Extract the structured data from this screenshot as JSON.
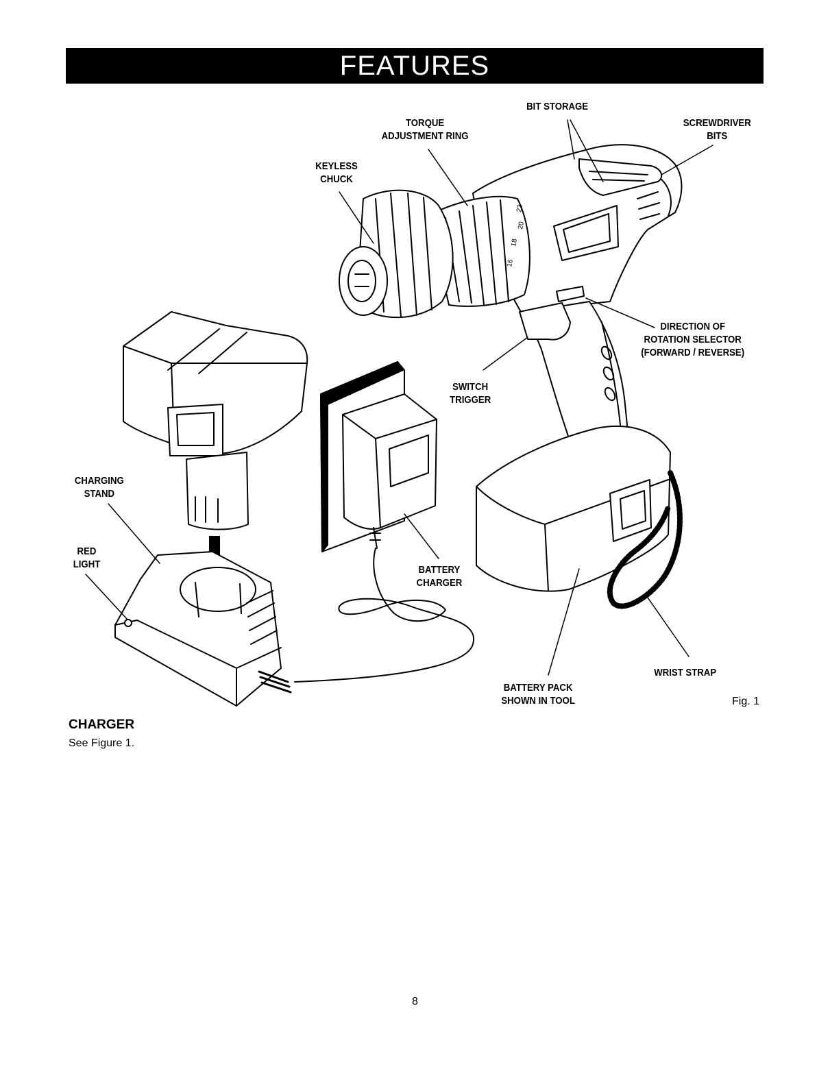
{
  "header": {
    "title": "FEATURES"
  },
  "figure": {
    "labels": {
      "bit_storage": [
        "BIT STORAGE"
      ],
      "screwdriver_bits": [
        "SCREWDRIVER",
        "BITS"
      ],
      "torque_ring": [
        "TORQUE",
        "ADJUSTMENT RING"
      ],
      "keyless_chuck": [
        "KEYLESS",
        "CHUCK"
      ],
      "direction_selector": [
        "DIRECTION OF",
        "ROTATION SELECTOR",
        "(FORWARD / REVERSE)"
      ],
      "switch_trigger": [
        "SWITCH",
        "TRIGGER"
      ],
      "charging_stand": [
        "CHARGING",
        "STAND"
      ],
      "red_light": [
        "RED",
        "LIGHT"
      ],
      "battery_charger": [
        "BATTERY",
        "CHARGER"
      ],
      "wrist_strap": [
        "WRIST STRAP"
      ],
      "battery_pack": [
        "BATTERY PACK",
        "SHOWN IN TOOL"
      ]
    },
    "dial_numbers": [
      "18",
      "20",
      "22",
      "16"
    ],
    "caption": "Fig. 1"
  },
  "section": {
    "title": "CHARGER",
    "body": "See Figure 1."
  },
  "footer": {
    "page_number": "8"
  }
}
